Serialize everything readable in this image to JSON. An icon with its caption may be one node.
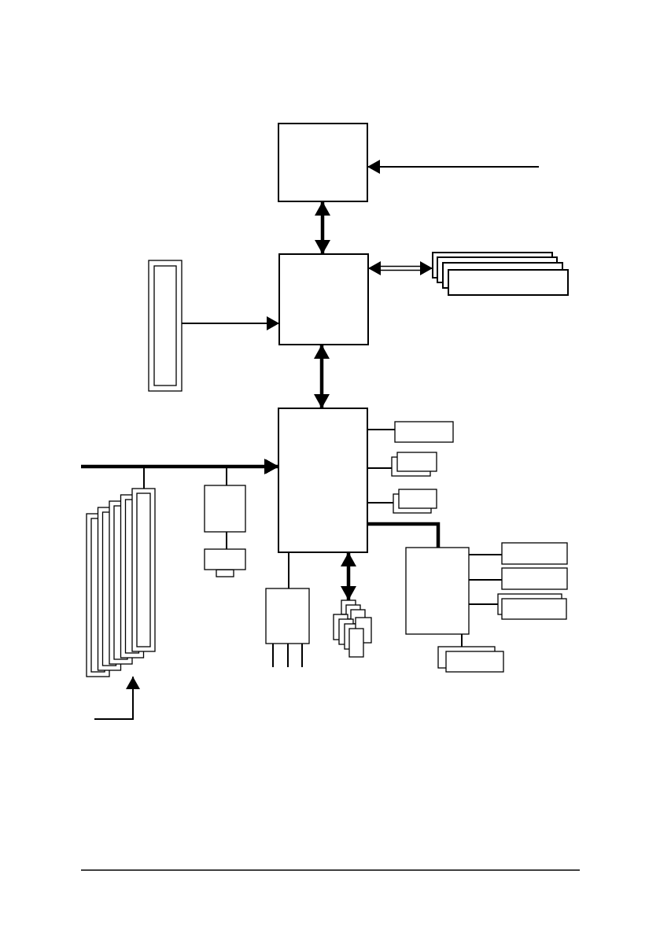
{
  "diagram": {
    "nodes": [
      {
        "text": [],
        "shape": "box"
      },
      {
        "text": [],
        "shape": "box"
      },
      {
        "text": [],
        "shape": "box"
      },
      {
        "text": [],
        "shape": "box"
      },
      {
        "text": [],
        "shape": "box"
      },
      {
        "text": [],
        "shape": "box"
      },
      {
        "text": [],
        "shape": "box"
      },
      {
        "text": [],
        "shape": "box"
      },
      {
        "text": [],
        "shape": "box"
      },
      {
        "text": [],
        "shape": "box"
      },
      {
        "text": [],
        "shape": "box"
      },
      {
        "text": [],
        "shape": "box"
      },
      {
        "text": [],
        "shape": "box"
      },
      {
        "text": [],
        "shape": "box"
      },
      {
        "text": [],
        "shape": "box"
      },
      {
        "text": [],
        "shape": "box"
      },
      {
        "text": [],
        "shape": "box"
      },
      {
        "text": [],
        "shape": "box"
      }
    ],
    "edges": [
      {
        "from": null,
        "to": 0,
        "arrow": "to"
      },
      {
        "from": 0,
        "to": 1,
        "arrow": "both",
        "style": "thick"
      },
      {
        "from": 1,
        "to": 2,
        "arrow": "both"
      },
      {
        "from": 3,
        "to": 1,
        "arrow": "to"
      },
      {
        "from": 1,
        "to": 4,
        "arrow": "both",
        "style": "thick"
      },
      {
        "from": null,
        "to": 4,
        "arrow": "to",
        "style": "thick"
      },
      {
        "from": 8,
        "to": 4,
        "arrow": "to"
      },
      {
        "from": 9,
        "to": 4,
        "arrow": "to"
      },
      {
        "from": 9,
        "to": 10,
        "arrow": "none"
      },
      {
        "from": 4,
        "to": 5,
        "arrow": "none"
      },
      {
        "from": 4,
        "to": 6,
        "arrow": "none"
      },
      {
        "from": 4,
        "to": 7,
        "arrow": "none"
      },
      {
        "from": 4,
        "to": 13,
        "arrow": "none",
        "style": "thick"
      },
      {
        "from": 4,
        "to": 11,
        "arrow": "none"
      },
      {
        "from": 4,
        "to": 12,
        "arrow": "both",
        "style": "thick"
      },
      {
        "from": 13,
        "to": 14,
        "arrow": "none"
      },
      {
        "from": 13,
        "to": 15,
        "arrow": "none"
      },
      {
        "from": 13,
        "to": 16,
        "arrow": "none"
      },
      {
        "from": 13,
        "to": 17,
        "arrow": "none"
      },
      {
        "from": 11,
        "to": null,
        "arrow": "none"
      },
      {
        "from": 11,
        "to": null,
        "arrow": "none"
      },
      {
        "from": 11,
        "to": null,
        "arrow": "none"
      },
      {
        "from": null,
        "to": 8,
        "arrow": "to"
      }
    ]
  }
}
